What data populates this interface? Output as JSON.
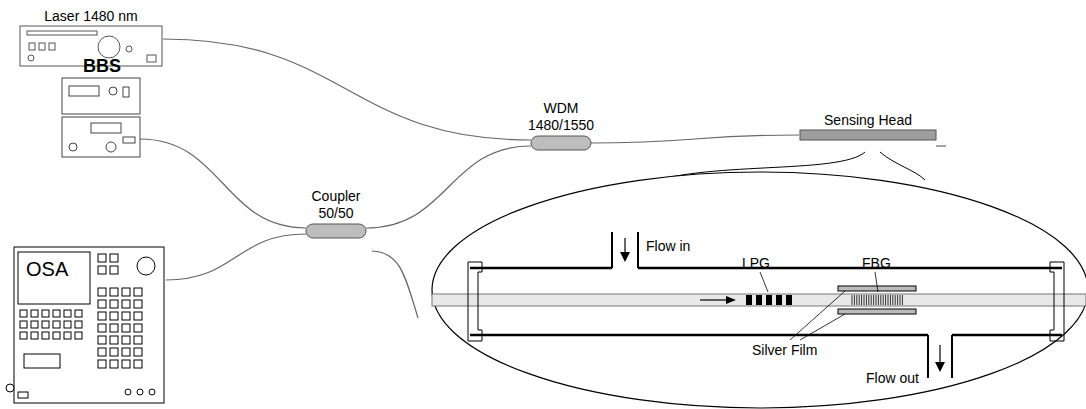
{
  "diagram": {
    "nodes": [
      {
        "text": [
          "Laser 1480 nm"
        ]
      },
      {
        "text": [
          "BBS"
        ]
      },
      {
        "text": [
          "WDM 1480/1550"
        ]
      },
      {
        "text": [
          "Coupler 50/50"
        ]
      },
      {
        "text": [
          "Sensing Head"
        ]
      },
      {
        "text": [
          "OSA"
        ]
      }
    ],
    "edges": [
      {
        "from": 0,
        "to": 2,
        "arrow": "none"
      },
      {
        "from": 1,
        "to": 3,
        "arrow": "none"
      },
      {
        "from": 5,
        "to": 3,
        "arrow": "none"
      },
      {
        "from": 3,
        "to": 2,
        "arrow": "none"
      },
      {
        "from": 2,
        "to": 4,
        "arrow": "none"
      }
    ],
    "labels": [
      "Flow in",
      "LPG",
      "FBG",
      "Silver Film",
      "Flow out"
    ]
  }
}
